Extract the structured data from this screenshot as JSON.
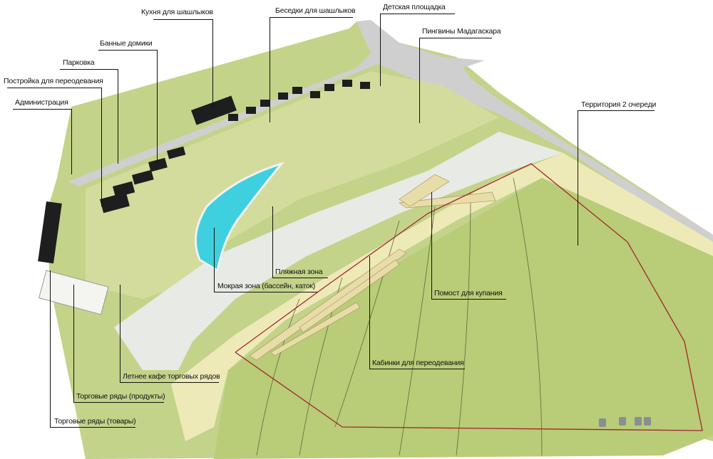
{
  "labels": {
    "kitchen": "Кухня для шашлыков",
    "gazebos": "Беседки для шашлыков",
    "playground": "Детская площадка",
    "penguins": "Пингвины Мадагаскара",
    "bathhouses": "Банные домики",
    "parking": "Парковка",
    "changing_building": "Постройка для переодевания",
    "administration": "Администрация",
    "phase2": "Территория 2 очереди",
    "beach": "Пляжная зона",
    "wet_zone": "Мокрая зона (бассейн, каток)",
    "bathing_deck": "Помост для купания",
    "changing_cabins": "Кабинки для переодевания",
    "summer_cafe": "Летнее кафе торговых рядов",
    "market_food": "Торговые ряды (продукты)",
    "market_goods": "Торговые ряды (товары)"
  },
  "colors": {
    "grass": "#c3d38a",
    "road": "#cfcfcf",
    "pool": "#3fd0e0",
    "sand": "#eeeab8",
    "boundary": "#a3262a",
    "roof": "#1e1e1e"
  }
}
